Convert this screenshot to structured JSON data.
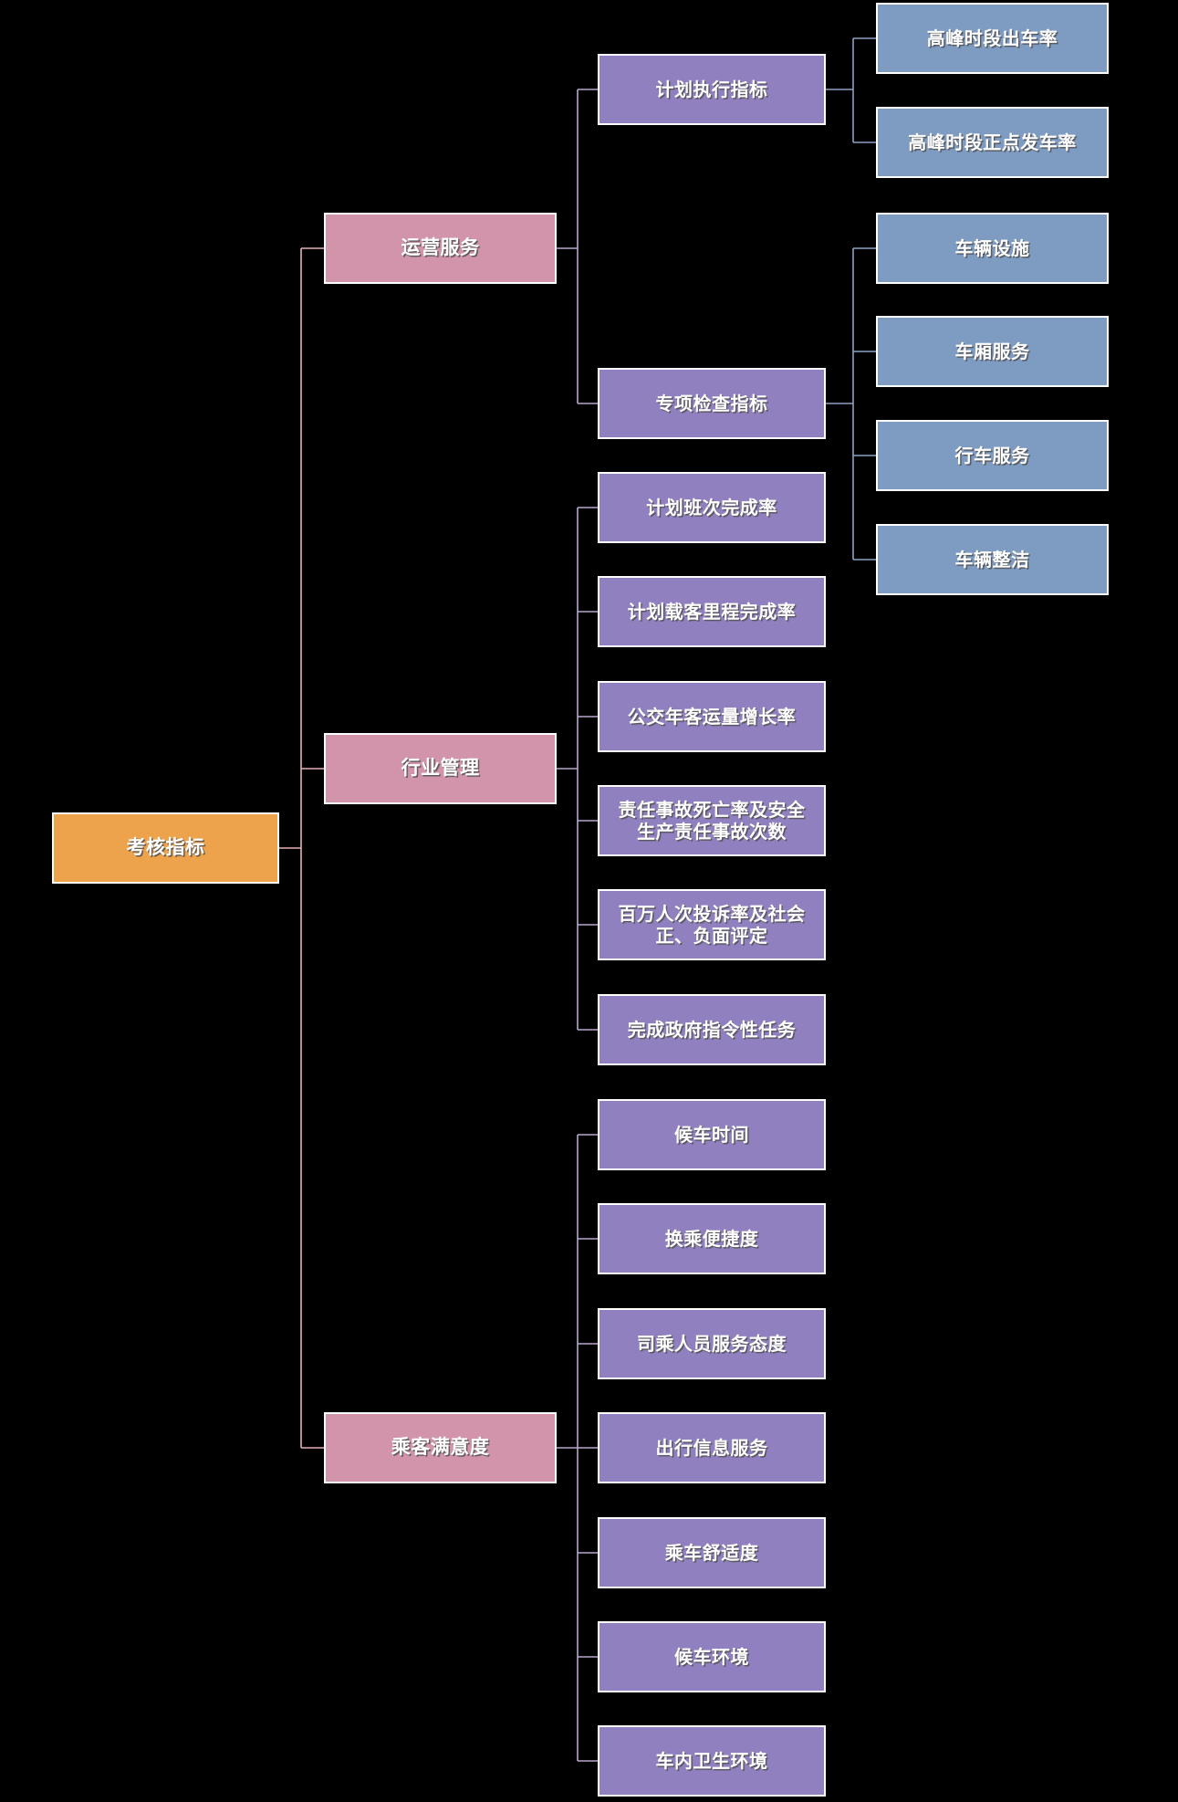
{
  "diagram": {
    "title": "考核指标",
    "type": "mind-map-tree",
    "background_color": "#000000",
    "palette": {
      "root": "#eda24c",
      "level1": "#d194ab",
      "level2": "#9180bf",
      "level3": "#7e9bc2",
      "node_border": "#ffffff",
      "text": "#ffffff",
      "edge_root": "#e8b0b8",
      "edge_level1": "#b9a6cf",
      "edge_level2": "#8aa2c4"
    }
  },
  "root": {
    "label": "考核指标"
  },
  "branches": [
    {
      "id": "operation-service",
      "label": "运营服务",
      "children": [
        {
          "id": "plan-execution-indicator",
          "label": "计划执行指标",
          "children": [
            {
              "id": "peak-dispatch-rate",
              "label": "高峰时段出车率"
            },
            {
              "id": "peak-on-time-departure-rate",
              "label": "高峰时段正点发车率"
            }
          ]
        },
        {
          "id": "special-inspection-indicator",
          "label": "专项检查指标",
          "children": [
            {
              "id": "vehicle-facility",
              "label": "车辆设施"
            },
            {
              "id": "cabin-service",
              "label": "车厢服务"
            },
            {
              "id": "driving-service",
              "label": "行车服务"
            },
            {
              "id": "vehicle-cleanliness",
              "label": "车辆整洁"
            }
          ]
        }
      ]
    },
    {
      "id": "industry-management",
      "label": "行业管理",
      "children": [
        {
          "id": "planned-trip-completion-rate",
          "label": "计划班次完成率"
        },
        {
          "id": "planned-passenger-mileage-completion-rate",
          "label": "计划载客里程完成率"
        },
        {
          "id": "annual-passenger-volume-growth-rate",
          "label": "公交年客运量增长率"
        },
        {
          "id": "liability-accident-death-rate",
          "label": "责任事故死亡率及安全\n生产责任事故次数"
        },
        {
          "id": "million-trip-complaint-rate",
          "label": "百万人次投诉率及社会\n正、负面评定"
        },
        {
          "id": "government-mandated-tasks",
          "label": "完成政府指令性任务"
        }
      ]
    },
    {
      "id": "passenger-satisfaction",
      "label": "乘客满意度",
      "children": [
        {
          "id": "waiting-time",
          "label": "候车时间"
        },
        {
          "id": "transfer-convenience",
          "label": "换乘便捷度"
        },
        {
          "id": "staff-service-attitude",
          "label": "司乘人员服务态度"
        },
        {
          "id": "travel-information-service",
          "label": "出行信息服务"
        },
        {
          "id": "ride-comfort",
          "label": "乘车舒适度"
        },
        {
          "id": "waiting-environment",
          "label": "候车环境"
        },
        {
          "id": "in-vehicle-hygiene-environment",
          "label": "车内卫生环境"
        }
      ]
    }
  ]
}
